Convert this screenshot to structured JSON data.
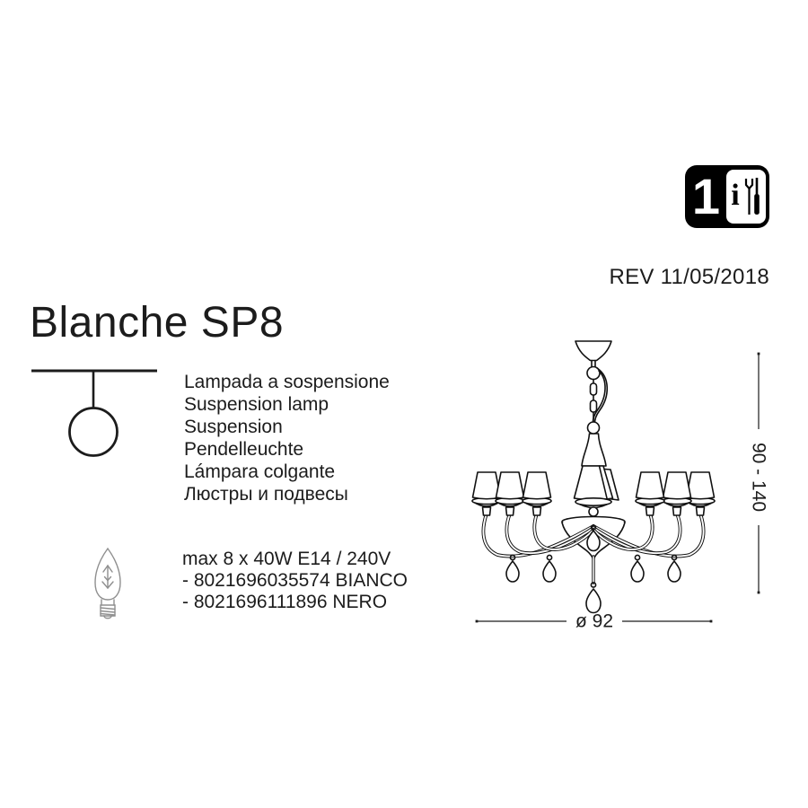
{
  "colors": {
    "ink": "#1c1c1c",
    "drawing_line": "#111111",
    "bulb_icon_gray": "#8f8f8f",
    "badge_bg": "#000000"
  },
  "badge": {
    "count": "1",
    "info": "i"
  },
  "rev_label": "REV 11/05/2018",
  "product": {
    "title": "Blanche SP8"
  },
  "descriptions": [
    "Lampada a sospensione",
    "Suspension lamp",
    "Suspension",
    "Pendelleuchte",
    "Lámpara colgante",
    "Люстры и подвесы"
  ],
  "specs": [
    "max 8 x 40W E14 / 240V",
    "- 8021696035574 BIANCO",
    "- 8021696111896 NERO"
  ],
  "dimensions": {
    "height_range": "90 - 140",
    "diameter": "ø 92"
  },
  "icons": {
    "badge_tools": "tools-icon",
    "pendant": "pendant-lamp-symbol-icon",
    "bulb": "candle-bulb-icon",
    "drawing": "chandelier-technical-drawing"
  }
}
